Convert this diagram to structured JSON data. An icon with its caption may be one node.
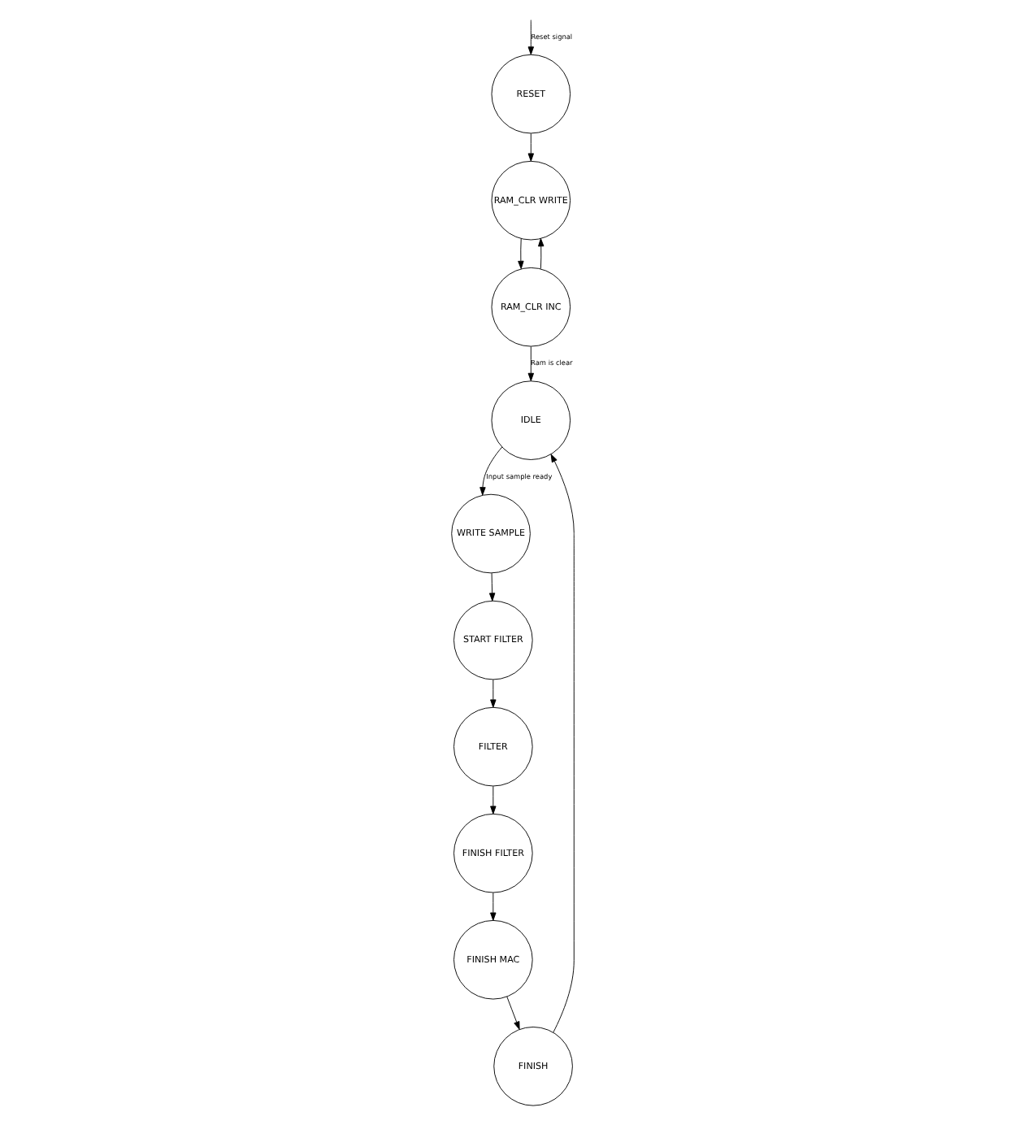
{
  "diagram": {
    "nodes": [
      {
        "text": [
          "RAM_CLR WRITE"
        ]
      },
      {
        "text": [
          "RESET"
        ]
      },
      {
        "text": [
          "RAM_CLR INC"
        ]
      },
      {
        "text": [
          "IDLE"
        ]
      },
      {
        "text": [
          "WRITE SAMPLE"
        ]
      },
      {
        "text": [
          "START FILTER"
        ]
      },
      {
        "text": [
          "FILTER"
        ]
      },
      {
        "text": [
          "FINISH FILTER"
        ]
      },
      {
        "text": [
          "FINISH MAC"
        ]
      },
      {
        "text": [
          "FINISH"
        ]
      }
    ],
    "edges": [
      {
        "from": null,
        "to": 1,
        "arrow": "to",
        "label": "Reset signal"
      },
      {
        "from": 1,
        "to": 0,
        "arrow": "to"
      },
      {
        "from": 0,
        "to": 2,
        "arrow": "to"
      },
      {
        "from": 2,
        "to": 0,
        "arrow": "to"
      },
      {
        "from": 2,
        "to": 3,
        "arrow": "to",
        "label": "Ram is clear"
      },
      {
        "from": 3,
        "to": 4,
        "arrow": "to",
        "label": "Input sample ready"
      },
      {
        "from": 4,
        "to": 5,
        "arrow": "to"
      },
      {
        "from": 5,
        "to": 6,
        "arrow": "to"
      },
      {
        "from": 6,
        "to": 7,
        "arrow": "to"
      },
      {
        "from": 7,
        "to": 8,
        "arrow": "to"
      },
      {
        "from": 8,
        "to": 9,
        "arrow": "to"
      },
      {
        "from": 9,
        "to": 3,
        "arrow": "to"
      }
    ]
  }
}
